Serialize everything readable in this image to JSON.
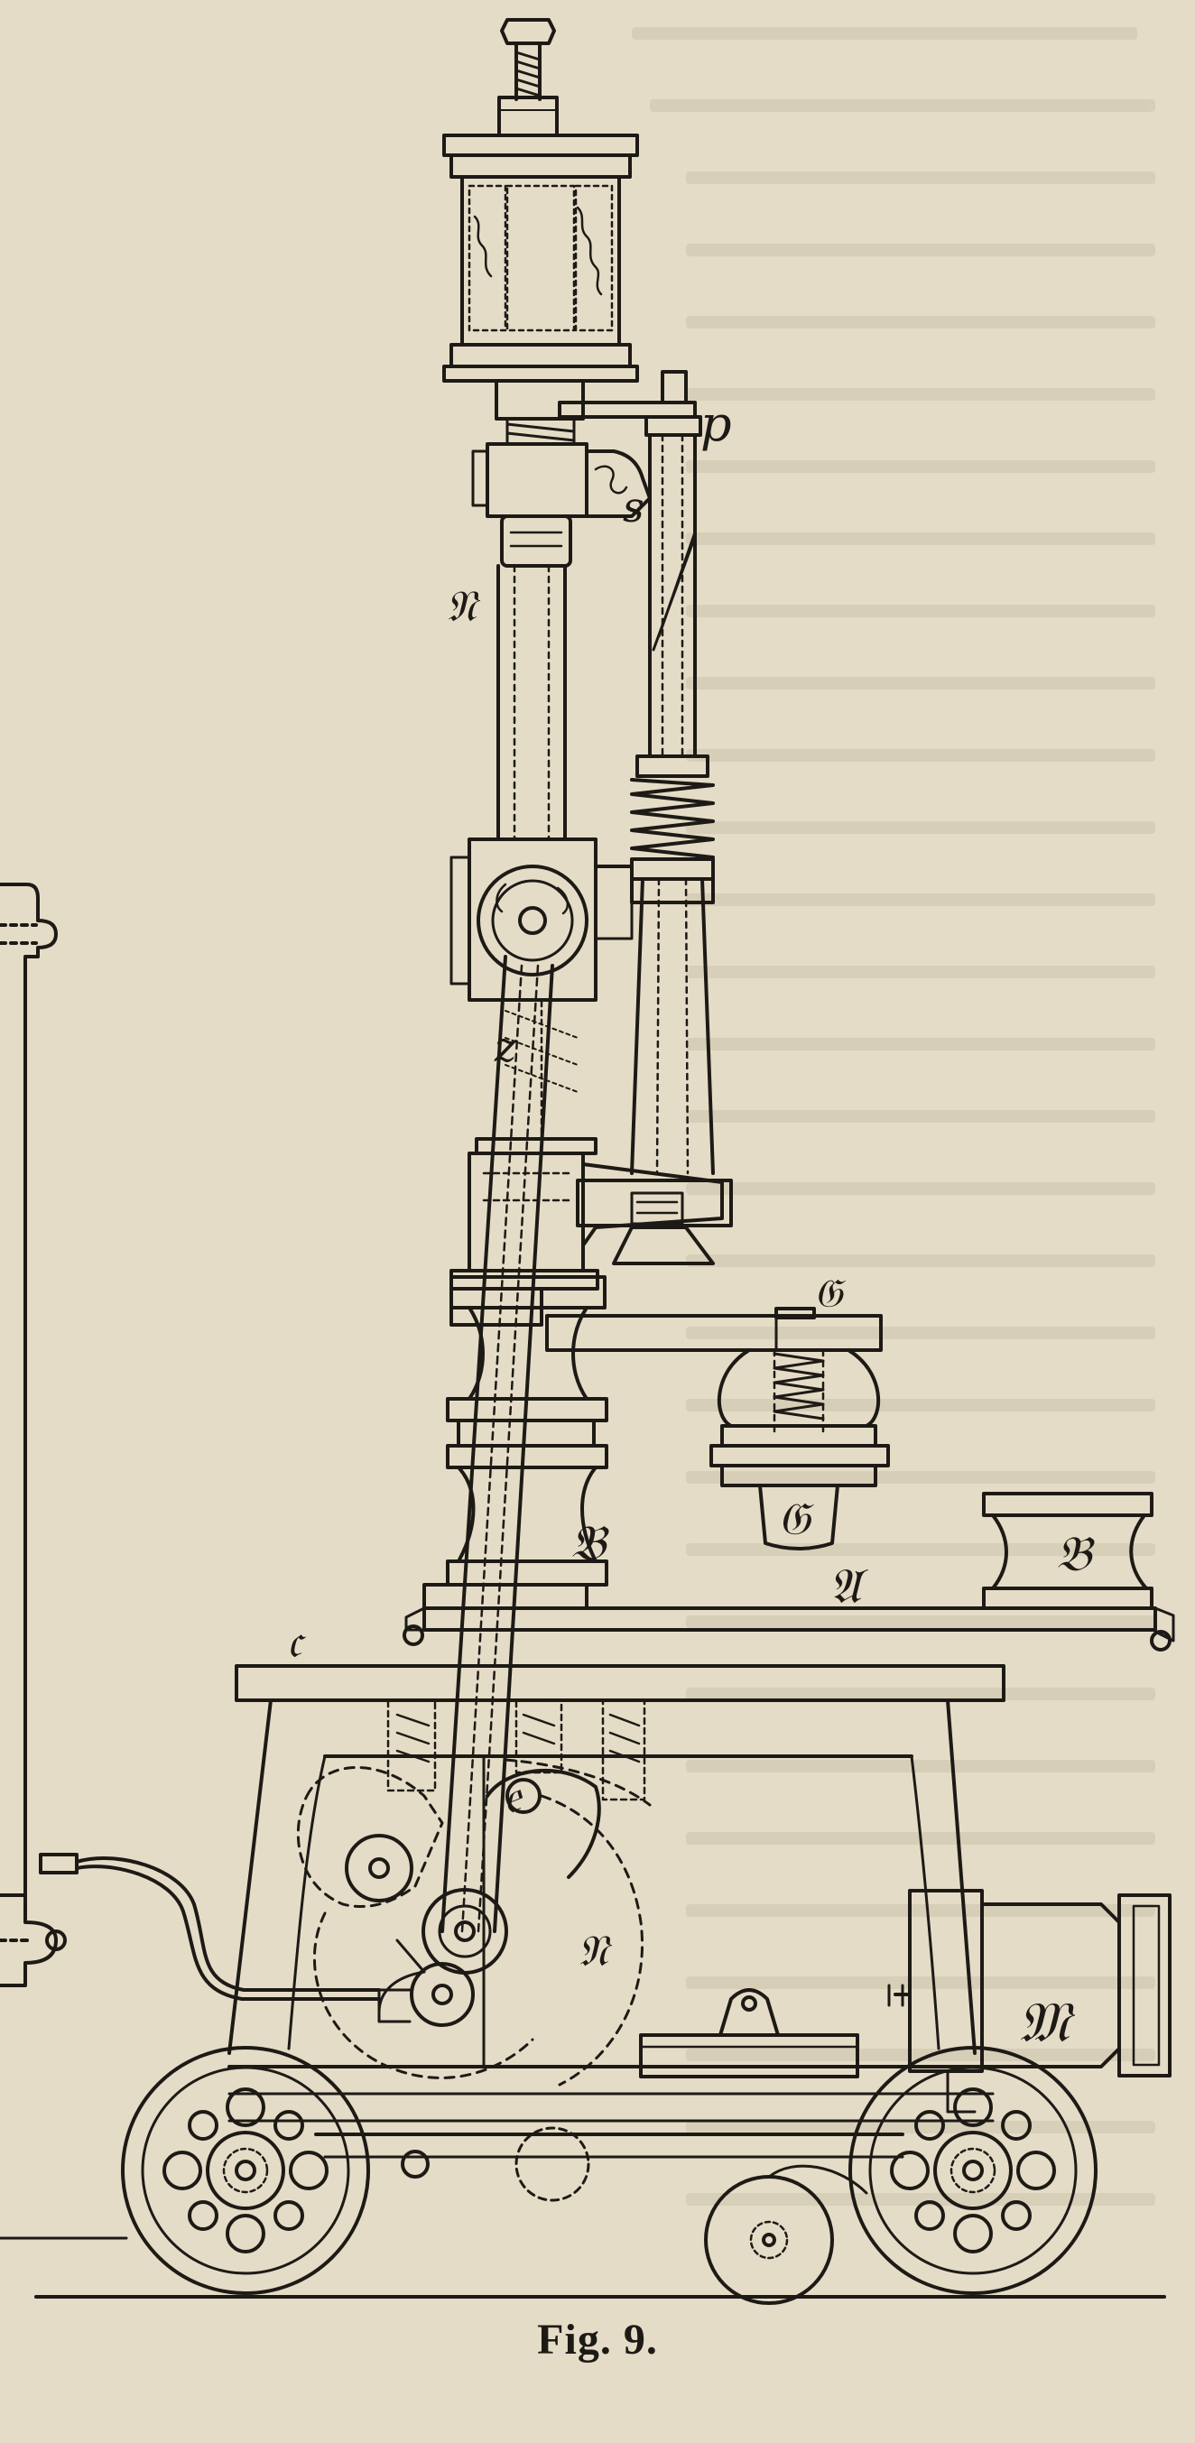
{
  "caption": "Fig. 9.",
  "labels": {
    "P": "p",
    "S": "s",
    "N_upper": "𝔑",
    "Z": "z",
    "G_upper": "𝔊",
    "G_lower": "𝔊",
    "B_left": "𝔅",
    "B_right": "𝔅",
    "A": "𝔄",
    "C": "𝔠",
    "E": "𝔢",
    "N_lower": "𝔑",
    "M": "𝔐"
  },
  "colors": {
    "paper": "#e4dcc6",
    "ink": "#1d1a16",
    "bleed": "#b9af98"
  }
}
